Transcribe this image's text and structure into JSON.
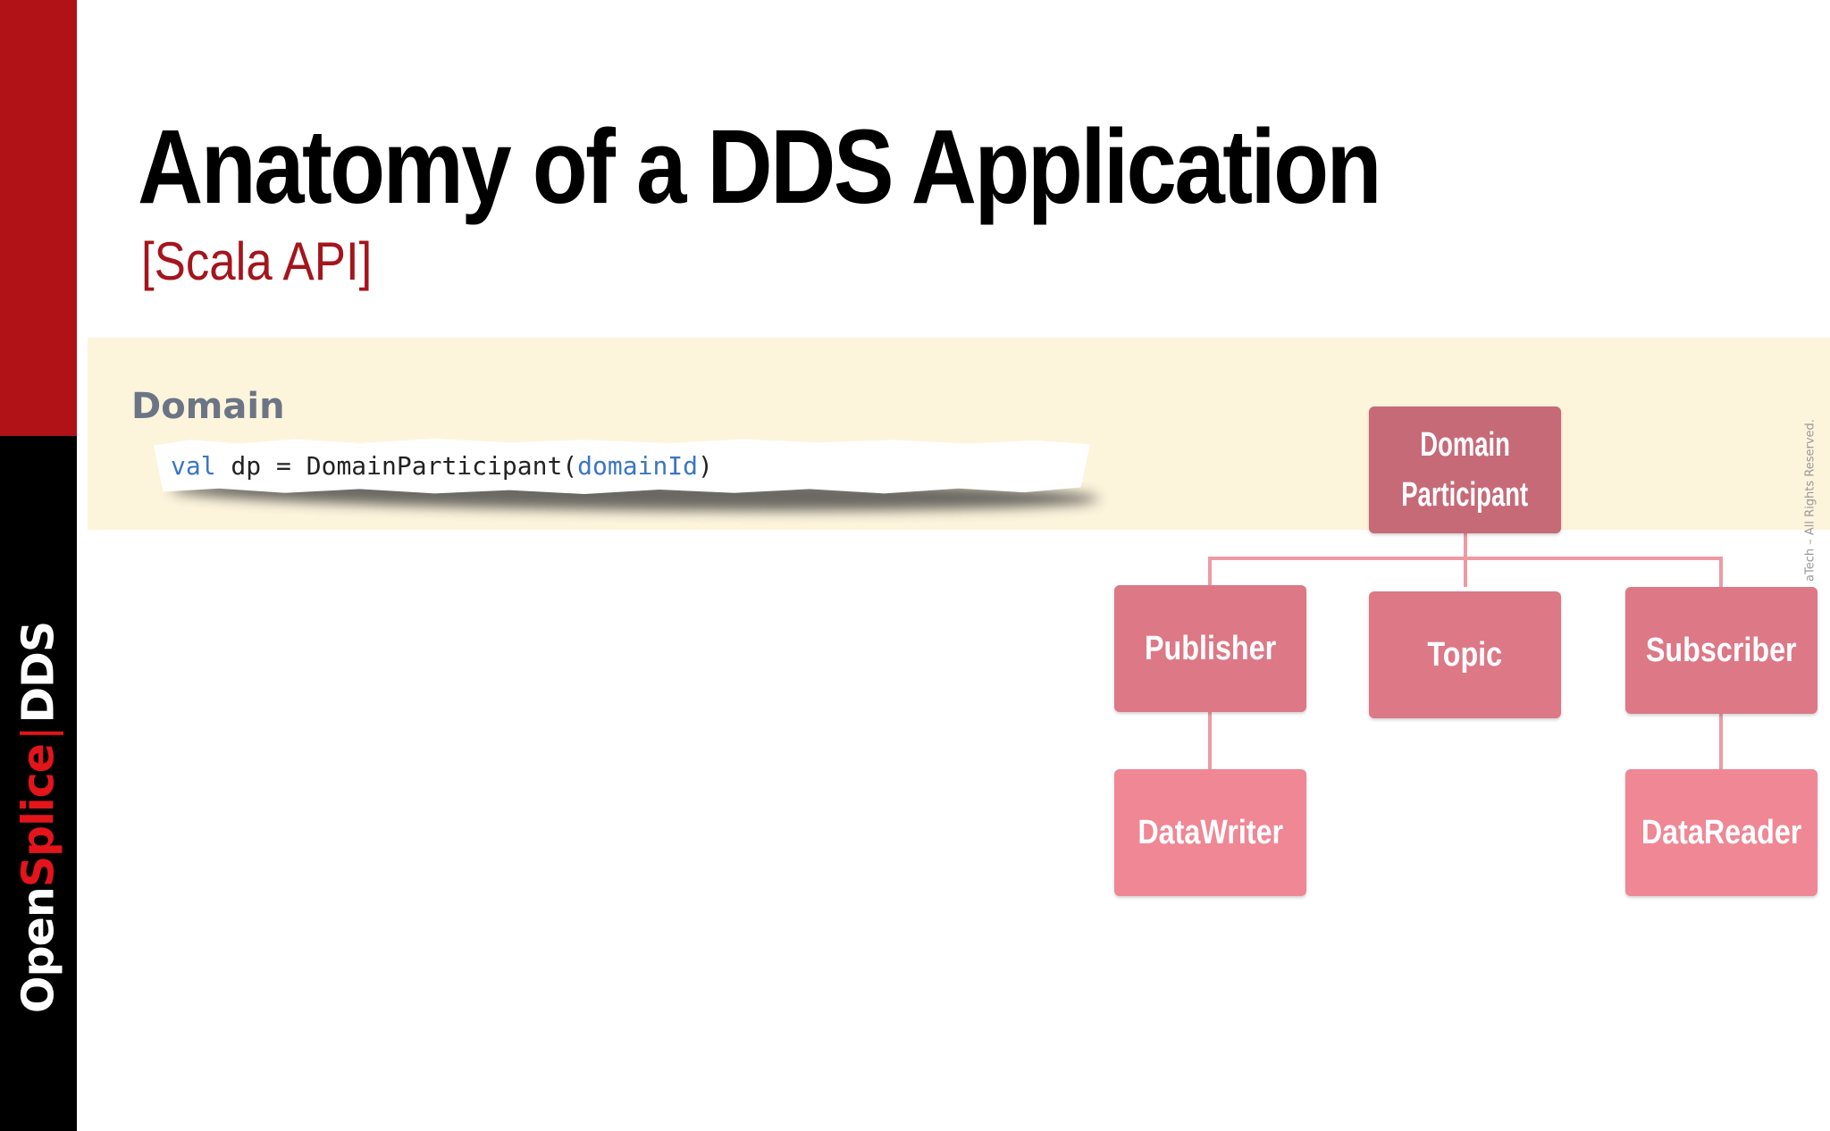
{
  "brand": {
    "open": "Open",
    "splice": "Splice",
    "separator": "|",
    "dds": "DDS"
  },
  "slide": {
    "title": "Anatomy of a DDS Application",
    "subtitle": "[Scala API]"
  },
  "domain": {
    "label": "Domain",
    "code": {
      "keyword": "val",
      "middle": " dp = DomainParticipant(",
      "argument": "domainId",
      "end": ")"
    }
  },
  "diagram": {
    "root_line1": "Domain",
    "root_line2": "Participant",
    "publisher": "Publisher",
    "topic": "Topic",
    "subscriber": "Subscriber",
    "datawriter": "DataWriter",
    "datareader": "DataReader"
  },
  "copyright": "aTech – All Rights Reserved.",
  "colors": {
    "brand_red": "#b01217",
    "subtitle_red": "#a4151c",
    "band": "#fdf4dc",
    "node_root": "#c66a78",
    "node_mid": "#dd7886",
    "node_low": "#ef8795",
    "connector": "#ee9aa5",
    "code_keyword": "#3a76c4"
  }
}
